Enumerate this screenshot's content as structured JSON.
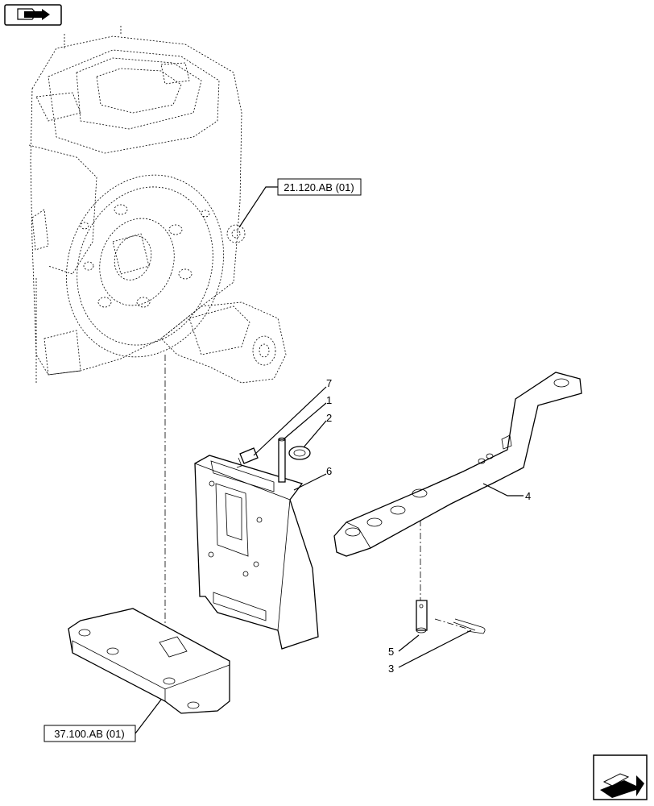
{
  "references": {
    "transmission": "21.120.AB (01)",
    "plate": "37.100.AB (01)"
  },
  "callouts": {
    "c1": "1",
    "c2": "2",
    "c3": "3",
    "c4": "4",
    "c5": "5",
    "c6": "6",
    "c7": "7"
  },
  "icons": {
    "top_left": "back-navigation-arrow-icon",
    "bottom_right": "next-navigation-arrow-icon"
  }
}
